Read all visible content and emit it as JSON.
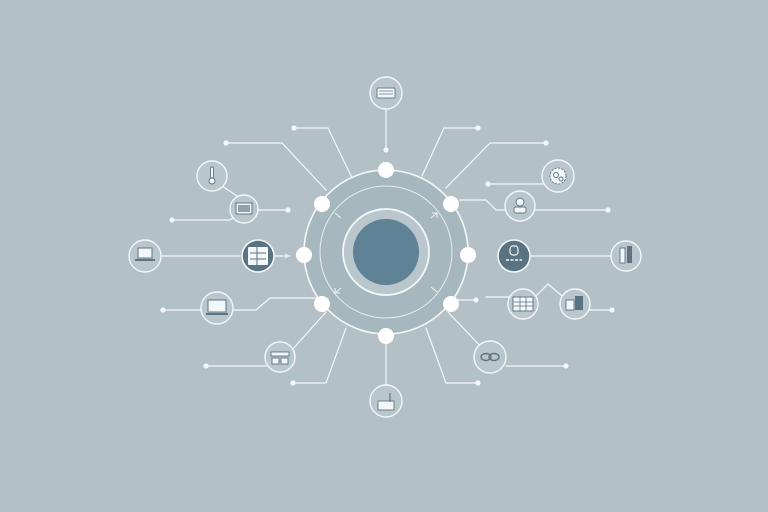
{
  "theme": {
    "background": "#b3c1c7",
    "line": "#f4f7f8",
    "hub_ring_fill": "#9fb1b9",
    "hub_core": "#5f8297",
    "icon_stroke": "#5f7480",
    "icon_dark_fill": "#5a7383"
  },
  "diagram": {
    "center": {
      "name": "central-hub",
      "icon": "core-disc"
    },
    "nodes": [
      {
        "name": "node-top",
        "icon": "keyboard-icon",
        "style": "light"
      },
      {
        "name": "node-left",
        "icon": "laptop-icon",
        "style": "light"
      },
      {
        "name": "node-left-upper",
        "icon": "tablet-icon",
        "style": "light"
      },
      {
        "name": "node-left-upper-small",
        "icon": "thermometer-icon",
        "style": "light"
      },
      {
        "name": "node-left-dark",
        "icon": "server-rack-icon",
        "style": "dark"
      },
      {
        "name": "node-left-lower",
        "icon": "monitor-icon",
        "style": "light"
      },
      {
        "name": "node-bottom-left",
        "icon": "network-switch-icon",
        "style": "light"
      },
      {
        "name": "node-bottom",
        "icon": "chart-flag-icon",
        "style": "light"
      },
      {
        "name": "node-right-top",
        "icon": "gear-cluster-icon",
        "style": "light"
      },
      {
        "name": "node-right-upper",
        "icon": "user-icon",
        "style": "light"
      },
      {
        "name": "node-right-dark",
        "icon": "mobile-device-icon",
        "style": "dark"
      },
      {
        "name": "node-right-far",
        "icon": "storage-icon",
        "style": "light"
      },
      {
        "name": "node-right-lower-a",
        "icon": "grid-table-icon",
        "style": "light"
      },
      {
        "name": "node-right-lower-b",
        "icon": "database-icon",
        "style": "light"
      },
      {
        "name": "node-bottom-right",
        "icon": "link-chain-icon",
        "style": "light"
      }
    ]
  }
}
